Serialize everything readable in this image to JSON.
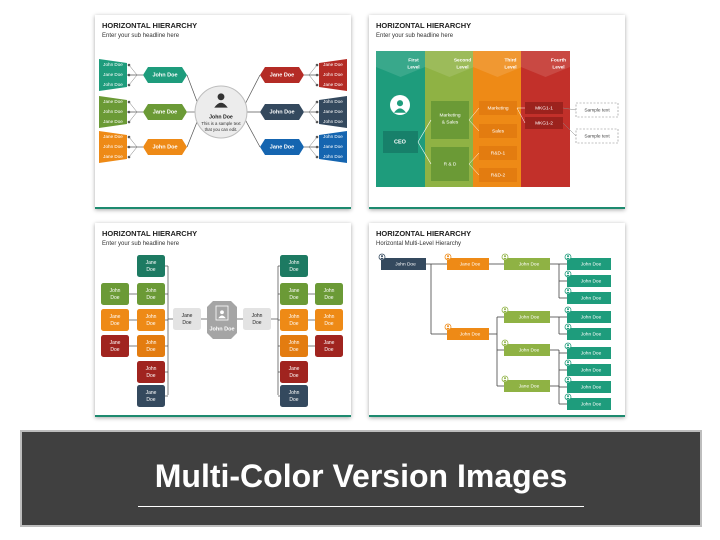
{
  "slides": [
    {
      "title": "HORIZONTAL HIERARCHY",
      "subtitle": "Enter your sub headline here",
      "center_name": "John Doe",
      "center_text_1": "This is a sample text",
      "center_text_2": "that you can edit.",
      "left_mid": [
        "John Doe",
        "Jane Doe",
        "John Doe"
      ],
      "right_mid": [
        "Jane Doe",
        "John Doe",
        "Jane Doe"
      ],
      "left_leaves": [
        "John Doe",
        "Jane Doe",
        "John Doe",
        "Jane Doe",
        "John Doe",
        "Jane Doe",
        "Jane Doe",
        "John Doe",
        "Jane Doe"
      ],
      "right_leaves": [
        "Jane Doe",
        "John Doe",
        "Jane Doe",
        "John Doe",
        "Jane Doe",
        "John Doe",
        "John Doe",
        "Jane Doe",
        "John Doe"
      ]
    },
    {
      "title": "HORIZONTAL HIERARCHY",
      "subtitle": "Enter your sub headline here",
      "levels": [
        "First Level",
        "Second Level",
        "Third Level",
        "Fourth Level"
      ],
      "ceo": "CEO",
      "second": [
        "Marketing & Sales",
        "R & D"
      ],
      "third": [
        "Marketing",
        "Sales",
        "R&D-1",
        "R&D-2"
      ],
      "fourth": [
        "MKG1-1",
        "MKG1-2"
      ],
      "notes": [
        "Sample text",
        "Sample text"
      ]
    },
    {
      "title": "HORIZONTAL HIERARCHY",
      "subtitle": "Enter your sub headline here",
      "center": "John Doe",
      "left_connector": "Jane Doe",
      "right_connector": "John Doe",
      "left_column": [
        "Jane Doe",
        "John Doe",
        "John Doe",
        "John Doe",
        "John Doe",
        "Jane Doe"
      ],
      "left_outer": [
        "John Doe",
        "Jane Doe",
        "Jane Doe"
      ],
      "right_column": [
        "John Doe",
        "Jane Doe",
        "John Doe",
        "John Doe",
        "Jane Doe",
        "John Doe"
      ],
      "right_outer": [
        "John Doe",
        "John Doe",
        "Jane Doe"
      ]
    },
    {
      "title": "HORIZONTAL HIERARCHY",
      "subtitle": "Horizontal Multi-Level Hierarchy",
      "root": "John Doe",
      "level1": [
        "Jane Doe",
        "John Doe"
      ],
      "level2": [
        "John Doe",
        "John Doe",
        "John Doe",
        "Jane Doe"
      ],
      "level3": [
        "John Doe",
        "John Doe",
        "John Doe",
        "John Doe",
        "John Doe",
        "John Doe",
        "John Doe",
        "John Doe",
        "John Doe"
      ]
    }
  ],
  "banner": {
    "text": "Multi-Color Version Images"
  },
  "colors": {
    "teal": "#1e9c7c",
    "green": "#6b9a36",
    "orange": "#ee8a16",
    "red": "#b42b25",
    "navy": "#34495e",
    "blue": "#1565b0",
    "gray": "#8c8c8c"
  }
}
